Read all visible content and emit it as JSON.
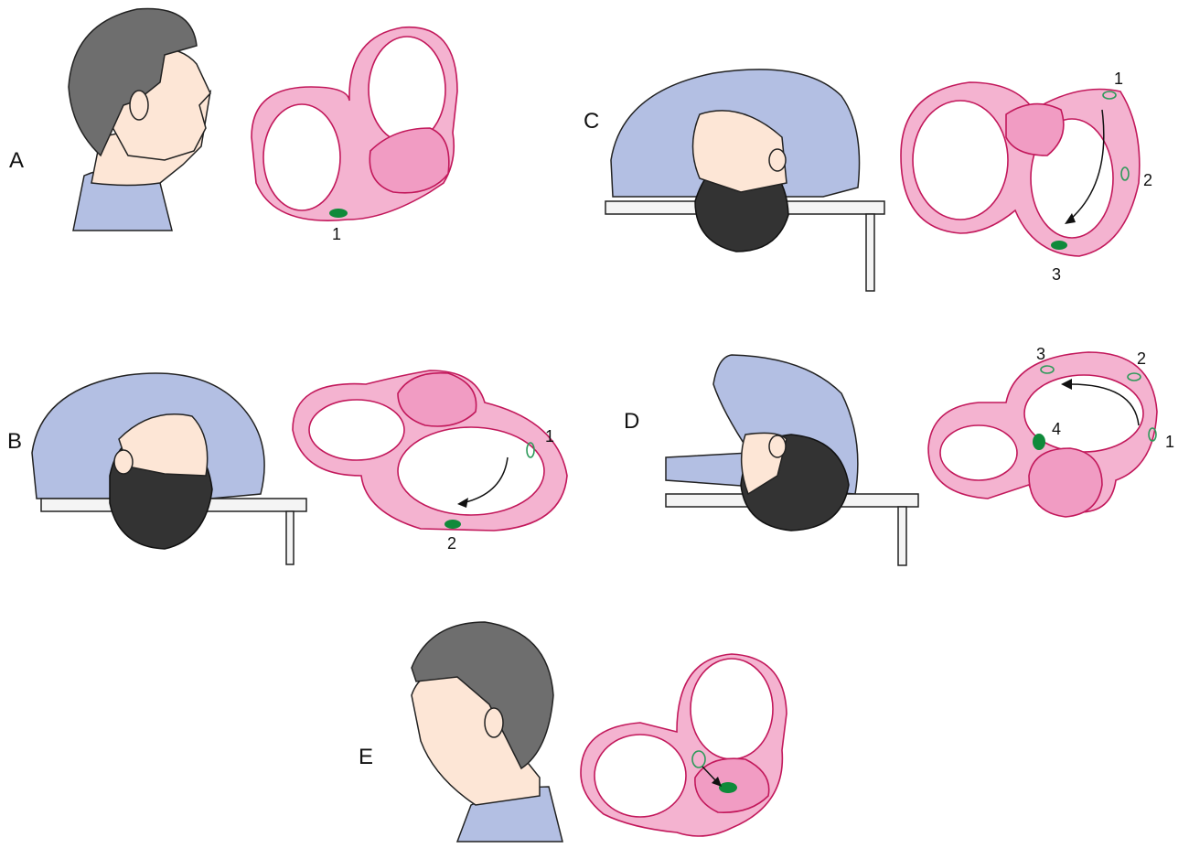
{
  "panels": [
    {
      "letter": "A",
      "markers": [
        "1"
      ]
    },
    {
      "letter": "B",
      "markers": [
        "1",
        "2"
      ]
    },
    {
      "letter": "C",
      "markers": [
        "1",
        "2",
        "3"
      ]
    },
    {
      "letter": "D",
      "markers": [
        "1",
        "2",
        "3",
        "4"
      ]
    },
    {
      "letter": "E",
      "markers": []
    }
  ],
  "colors": {
    "canal": "#f4b3d0",
    "canal_outline": "#c2185b",
    "otolith": "#0f8a3a",
    "hair": "#6e6e6e",
    "skin": "#fde6d6",
    "shirt": "#b3bfe3"
  }
}
